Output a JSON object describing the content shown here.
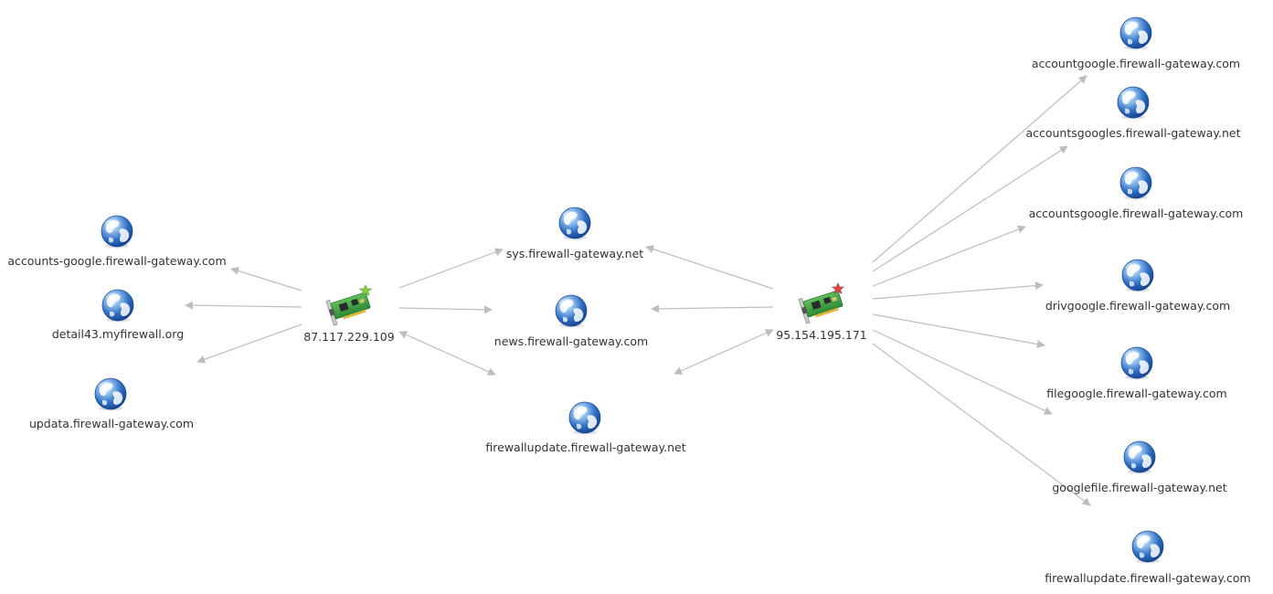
{
  "graph": {
    "nodes": [
      {
        "id": "ip1",
        "kind": "network-adapter",
        "label": "87.117.229.109",
        "star_color": "#7dd33a"
      },
      {
        "id": "ip2",
        "kind": "network-adapter",
        "label": "95.154.195.171",
        "star_color": "#e84040"
      },
      {
        "id": "d1",
        "kind": "domain",
        "label": "accounts-google.firewall-gateway.com"
      },
      {
        "id": "d2",
        "kind": "domain",
        "label": "detail43.myfirewall.org"
      },
      {
        "id": "d3",
        "kind": "domain",
        "label": "updata.firewall-gateway.com"
      },
      {
        "id": "m1",
        "kind": "domain",
        "label": "sys.firewall-gateway.net"
      },
      {
        "id": "m2",
        "kind": "domain",
        "label": "news.firewall-gateway.com"
      },
      {
        "id": "m3",
        "kind": "domain",
        "label": "firewallupdate.firewall-gateway.net"
      },
      {
        "id": "r1",
        "kind": "domain",
        "label": "accountgoogle.firewall-gateway.com"
      },
      {
        "id": "r2",
        "kind": "domain",
        "label": "accountsgoogles.firewall-gateway.net"
      },
      {
        "id": "r3",
        "kind": "domain",
        "label": "accountsgoogle.firewall-gateway.com"
      },
      {
        "id": "r4",
        "kind": "domain",
        "label": "drivgoogle.firewall-gateway.com"
      },
      {
        "id": "r5",
        "kind": "domain",
        "label": "filegoogle.firewall-gateway.com"
      },
      {
        "id": "r6",
        "kind": "domain",
        "label": "googlefile.firewall-gateway.net"
      },
      {
        "id": "r7",
        "kind": "domain",
        "label": "firewallupdate.firewall-gateway.com"
      }
    ],
    "edges": [
      {
        "from": "ip1",
        "to": "d1"
      },
      {
        "from": "ip1",
        "to": "d2"
      },
      {
        "from": "ip1",
        "to": "d3"
      },
      {
        "from": "ip1",
        "to": "m1"
      },
      {
        "from": "ip1",
        "to": "m2"
      },
      {
        "from": "ip1",
        "to": "m3",
        "bidirectional": true
      },
      {
        "from": "ip2",
        "to": "m1"
      },
      {
        "from": "ip2",
        "to": "m2"
      },
      {
        "from": "ip2",
        "to": "m3",
        "bidirectional": true
      },
      {
        "from": "ip2",
        "to": "r1"
      },
      {
        "from": "ip2",
        "to": "r2"
      },
      {
        "from": "ip2",
        "to": "r3"
      },
      {
        "from": "ip2",
        "to": "r4"
      },
      {
        "from": "ip2",
        "to": "r5"
      },
      {
        "from": "ip2",
        "to": "r6"
      },
      {
        "from": "ip2",
        "to": "r7"
      }
    ],
    "colors": {
      "edge": "#bdbdbd",
      "label": "#333333",
      "globe": "#2f6fc4"
    }
  }
}
